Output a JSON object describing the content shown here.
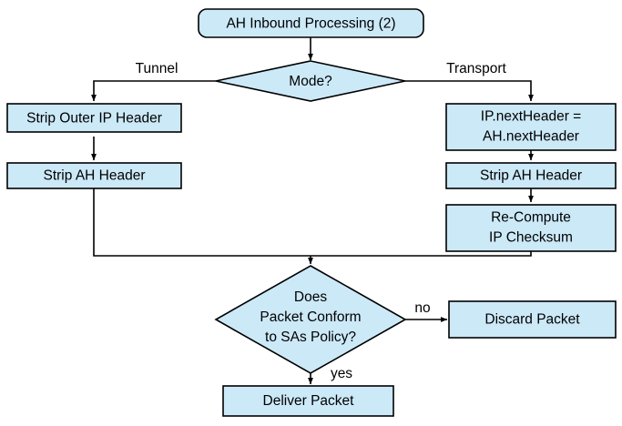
{
  "diagram": {
    "title": "AH Inbound Processing (2)",
    "type": "flowchart",
    "colors": {
      "node_fill": "#cce9f8",
      "node_stroke": "#000000",
      "background": "#ffffff",
      "text": "#000000"
    },
    "nodes": {
      "start": {
        "label": "AH Inbound Processing (2)",
        "shape": "rounded-rectangle"
      },
      "mode_decision": {
        "label": "Mode?",
        "shape": "diamond"
      },
      "strip_outer_ip": {
        "label": "Strip Outer IP Header",
        "shape": "rectangle"
      },
      "strip_ah_tunnel": {
        "label": "Strip AH Header",
        "shape": "rectangle"
      },
      "next_header": {
        "line1": "IP.nextHeader =",
        "line2": "AH.nextHeader",
        "shape": "rectangle"
      },
      "strip_ah_transport": {
        "label": "Strip AH Header",
        "shape": "rectangle"
      },
      "recompute_checksum": {
        "line1": "Re-Compute",
        "line2": "IP Checksum",
        "shape": "rectangle"
      },
      "policy_decision": {
        "line1": "Does",
        "line2": "Packet Conform",
        "line3": "to SAs Policy?",
        "shape": "diamond"
      },
      "discard_packet": {
        "label": "Discard Packet",
        "shape": "rectangle"
      },
      "deliver_packet": {
        "label": "Deliver Packet",
        "shape": "rectangle"
      }
    },
    "edge_labels": {
      "tunnel": "Tunnel",
      "transport": "Transport",
      "no": "no",
      "yes": "yes"
    }
  }
}
